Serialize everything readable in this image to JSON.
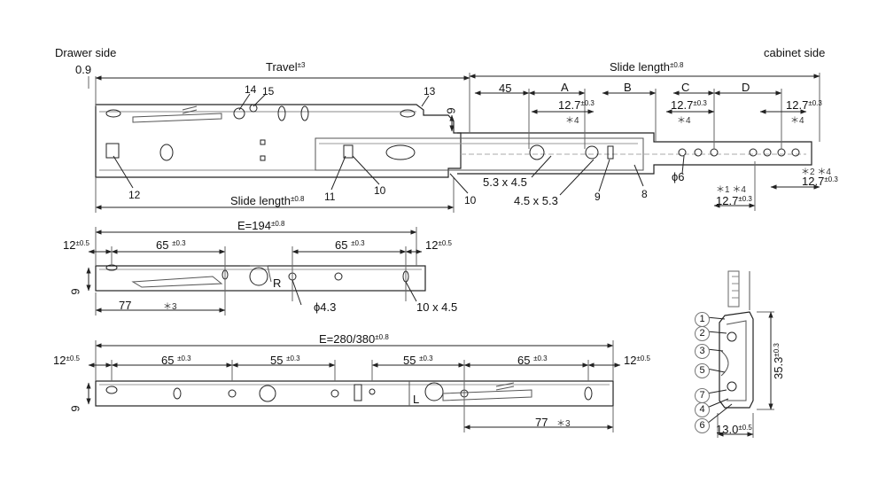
{
  "header": {
    "drawer_side": "Drawer side",
    "cabinet_side": "cabinet side"
  },
  "top_view": {
    "offset": "0.9",
    "travel": "Travel",
    "travel_tol": "±3",
    "slide_length_top": "Slide length",
    "slide_length_top_tol": "±0.8",
    "slide_length_bottom": "Slide length",
    "slide_length_bottom_tol": "±0.8",
    "dim_45": "45",
    "zones": [
      "A",
      "B",
      "C",
      "D"
    ],
    "pitch_1": "12.7",
    "pitch_1_tol": "±0.3",
    "pitch_2": "12.7",
    "pitch_2_tol": "±0.3",
    "pitch_3": "12.7",
    "pitch_3_tol": "±0.3",
    "pitch_4": "12.7",
    "pitch_4_tol": "±0.3",
    "pitch_5": "12.7",
    "pitch_5_tol": "±0.3",
    "star4_a": "＊4",
    "star4_b": "＊4",
    "star4_c": "＊4",
    "star2_4": "＊2 ＊4",
    "star1_4": "＊1 ＊4",
    "slot_1": "5.3 x 4.5",
    "slot_2": "4.5 x 5.3",
    "hole_dia": "ϕ6",
    "height": "9",
    "callouts": [
      "14",
      "15",
      "13",
      "12",
      "11",
      "10",
      "10",
      "9",
      "8"
    ]
  },
  "drawer_member": {
    "e_value": "E=194",
    "e_tol": "±0.8",
    "edge_left": "12",
    "edge_left_tol": "±0.5",
    "edge_right": "12",
    "edge_right_tol": "±0.5",
    "pitch_left": "65",
    "pitch_left_tol": "±0.3",
    "pitch_right": "65",
    "pitch_right_tol": "±0.3",
    "height": "9",
    "dim_77": "77",
    "star3": "＊3",
    "side_mark": "R",
    "hole_dia": "ϕ4.3",
    "slot": "10 x 4.5"
  },
  "cabinet_member": {
    "e_value": "E=280/380",
    "e_tol": "±0.8",
    "edge_left": "12",
    "edge_left_tol": "±0.5",
    "edge_right": "12",
    "edge_right_tol": "±0.5",
    "pitches": [
      {
        "value": "65",
        "tol": "±0.3"
      },
      {
        "value": "55",
        "tol": "±0.3"
      },
      {
        "value": "55",
        "tol": "±0.3"
      },
      {
        "value": "65",
        "tol": "±0.3"
      }
    ],
    "height": "9",
    "dim_77": "77",
    "star3": "＊3",
    "side_mark": "L"
  },
  "cross_section": {
    "callouts": [
      "1",
      "2",
      "3",
      "5",
      "7",
      "4",
      "6"
    ],
    "height": "35.3",
    "height_tol": "±0.3",
    "width": "13.0",
    "width_tol": "±0.5"
  }
}
